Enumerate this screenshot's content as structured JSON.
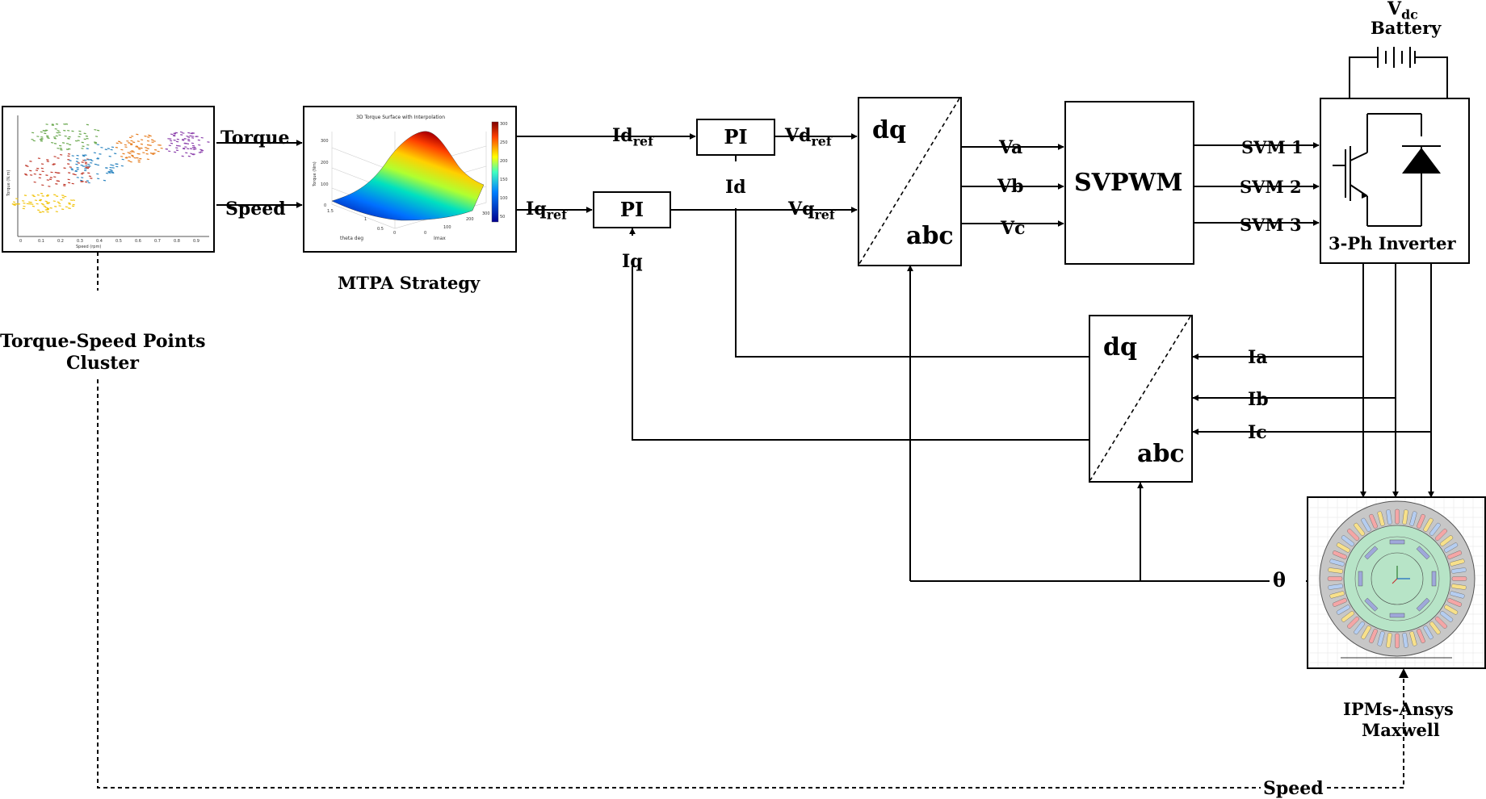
{
  "input_block": {
    "mini_chart_axis_y": "Torque (N.m)",
    "mini_chart_axis_x": "Speed (rpm)",
    "caption_line1": "Torque-Speed Points",
    "caption_line2": "Cluster"
  },
  "signals": {
    "torque": "Torque",
    "speed": "Speed",
    "id_ref_main": "Id",
    "iq_ref_main": "Iq",
    "ref_sub": "ref",
    "vd_ref_main": "Vd",
    "vq_ref_main": "Vq",
    "id": "Id",
    "iq": "Iq",
    "va": "Va",
    "vb": "Vb",
    "vc": "Vc",
    "svm1": "SVM 1",
    "svm2": "SVM 2",
    "svm3": "SVM 3",
    "ia": "Ia",
    "ib": "Ib",
    "ic": "Ic",
    "theta": "θ",
    "speed_feedback": "Speed"
  },
  "mtpa": {
    "plot_title": "3D Torque Surface with Interpolation",
    "zlabel": "Torque (Nm)",
    "xlabel": "theta deg",
    "ylabel": "Imax",
    "caption": "MTPA Strategy"
  },
  "pi_d": {
    "label": "PI"
  },
  "pi_q": {
    "label": "PI"
  },
  "park_top": {
    "top": "dq",
    "bottom": "abc"
  },
  "park_bottom": {
    "top": "dq",
    "bottom": "abc"
  },
  "svpwm": {
    "label": "SVPWM"
  },
  "inverter": {
    "caption": "3-Ph Inverter"
  },
  "battery": {
    "v_main": "V",
    "v_sub": "dc",
    "label": "Battery"
  },
  "motor": {
    "caption_line1": "IPMs-Ansys",
    "caption_line2": "Maxwell"
  },
  "colors": {
    "line": "#000000",
    "cluster_green": "#6aa84f",
    "cluster_red": "#c0392b",
    "cluster_blue": "#2e86c1",
    "cluster_orange": "#e67e22",
    "cluster_purple": "#8e44ad",
    "cluster_yellow": "#f1c40f",
    "stator": "#b8b8b8",
    "rotor": "#b7e4c7"
  }
}
